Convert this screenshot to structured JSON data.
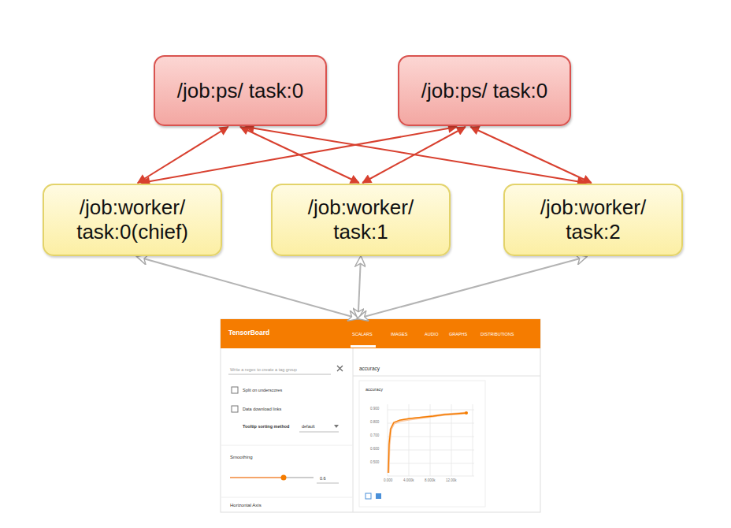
{
  "diagram": {
    "nodes": [
      {
        "text": [
          "/job:ps/ task:0"
        ]
      },
      {
        "text": [
          "/job:ps/ task:0"
        ]
      },
      {
        "text": [
          "/job:worker/ task:0(chief)"
        ]
      },
      {
        "text": [
          "/job:worker/ task:1"
        ]
      },
      {
        "text": [
          "/job:worker/ task:2"
        ]
      },
      {
        "text": [
          "TensorBoard",
          "SCALARS",
          "IMAGES",
          "AUDIO",
          "GRAPHS",
          "DISTRIBUTIONS",
          "Write a regex to create a tag group",
          "Split on underscores",
          "Data download links",
          "Tooltip sorting method",
          "default",
          "Smoothing",
          "0.6",
          "Horizontal Axis",
          "accuracy",
          "accuracy",
          "0.900",
          "0.800",
          "0.700",
          "0.600",
          "0.500",
          "0.000",
          "4.000k",
          "8.000k",
          "12.00k"
        ]
      }
    ],
    "edges": [
      {
        "from": 0,
        "to": 2,
        "arrow": "both"
      },
      {
        "from": 0,
        "to": 3,
        "arrow": "both"
      },
      {
        "from": 0,
        "to": 4,
        "arrow": "both"
      },
      {
        "from": 1,
        "to": 2,
        "arrow": "both"
      },
      {
        "from": 1,
        "to": 3,
        "arrow": "both"
      },
      {
        "from": 1,
        "to": 4,
        "arrow": "both"
      },
      {
        "from": 5,
        "to": 2,
        "arrow": "both"
      },
      {
        "from": 5,
        "to": 3,
        "arrow": "both"
      },
      {
        "from": 5,
        "to": 4,
        "arrow": "both"
      }
    ]
  }
}
